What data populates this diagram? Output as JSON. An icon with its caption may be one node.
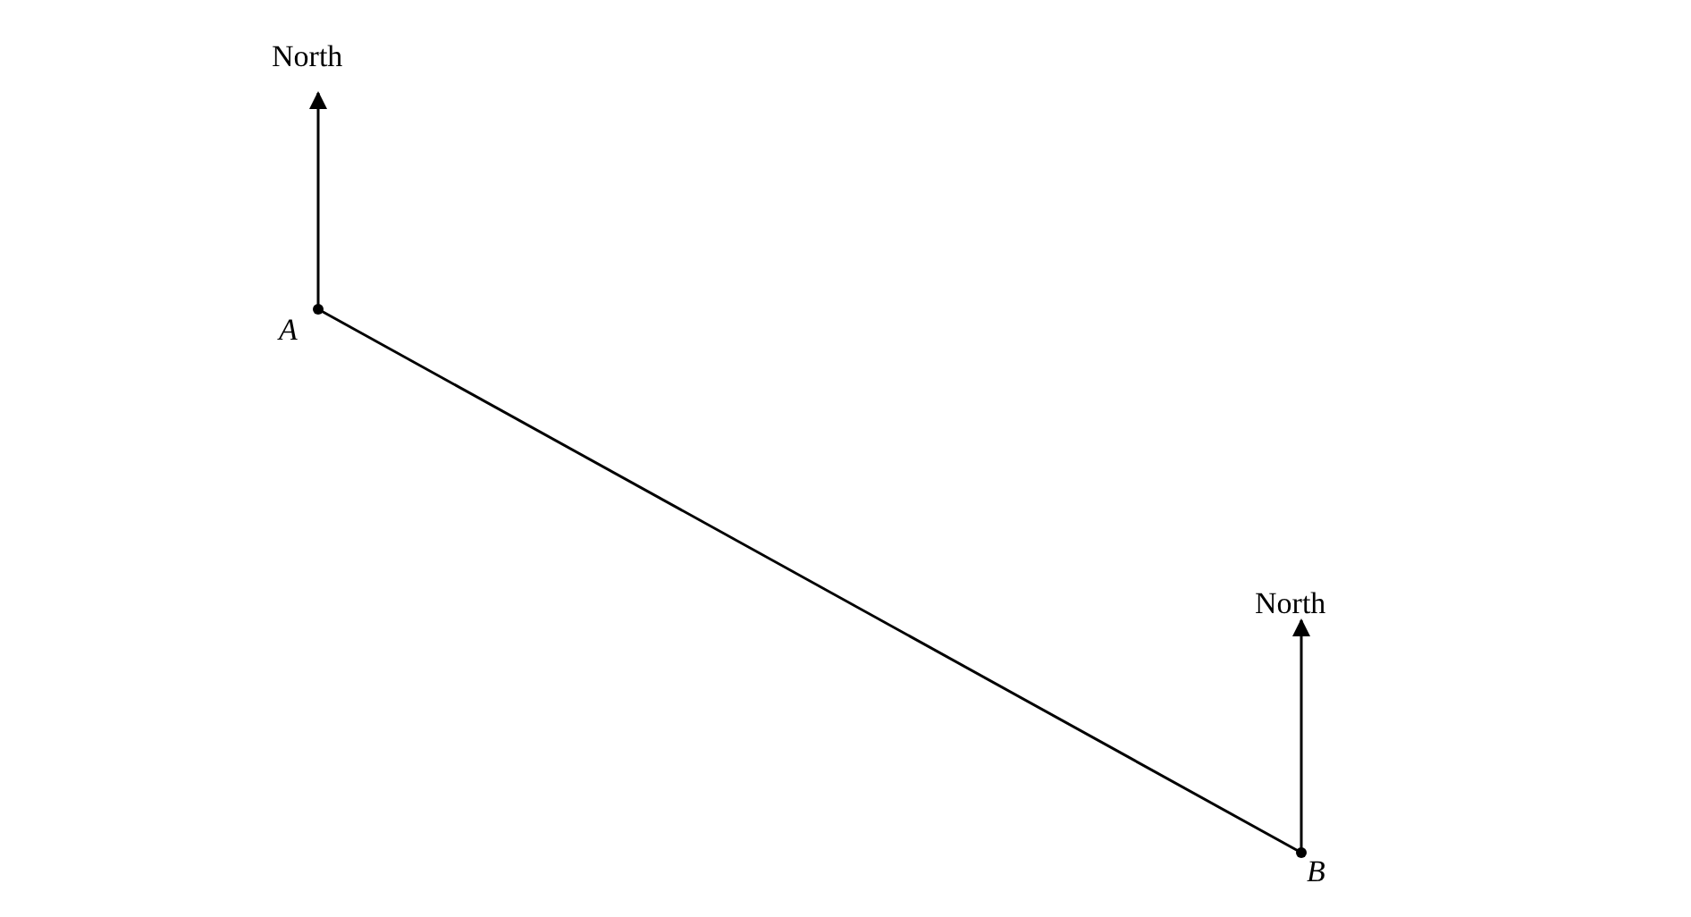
{
  "diagram": {
    "nodes": [
      {
        "text": [
          "A"
        ]
      },
      {
        "text": [
          "B"
        ]
      }
    ],
    "edges": [
      {
        "from": 0,
        "to": 1,
        "arrow": "none"
      }
    ],
    "labels": [
      "North",
      "North"
    ]
  }
}
